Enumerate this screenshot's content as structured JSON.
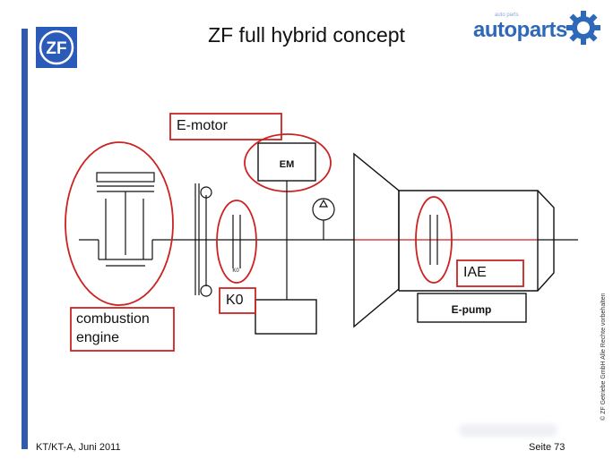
{
  "header": {
    "title": "ZF full hybrid concept",
    "zf_logo_text": "ZF",
    "autoparts_logo_text": "autoparts",
    "autoparts_logo_small": "auto parts"
  },
  "diagram": {
    "labels": {
      "emotor": "E-motor",
      "em": "EM",
      "k0_small": "K0",
      "k0": "K0",
      "iae": "IAE",
      "epump": "E-pump",
      "combustion_line1": "combustion",
      "combustion_line2": "engine"
    }
  },
  "footer": {
    "left": "KT/KT-A, Juni 2011",
    "right": "Seite 73",
    "copyright": "© ZF Getriebe GmbH    Alle Rechte vorbehalten"
  },
  "colors": {
    "accent_blue": "#2f5ab0",
    "highlight_red": "#cc2222"
  }
}
